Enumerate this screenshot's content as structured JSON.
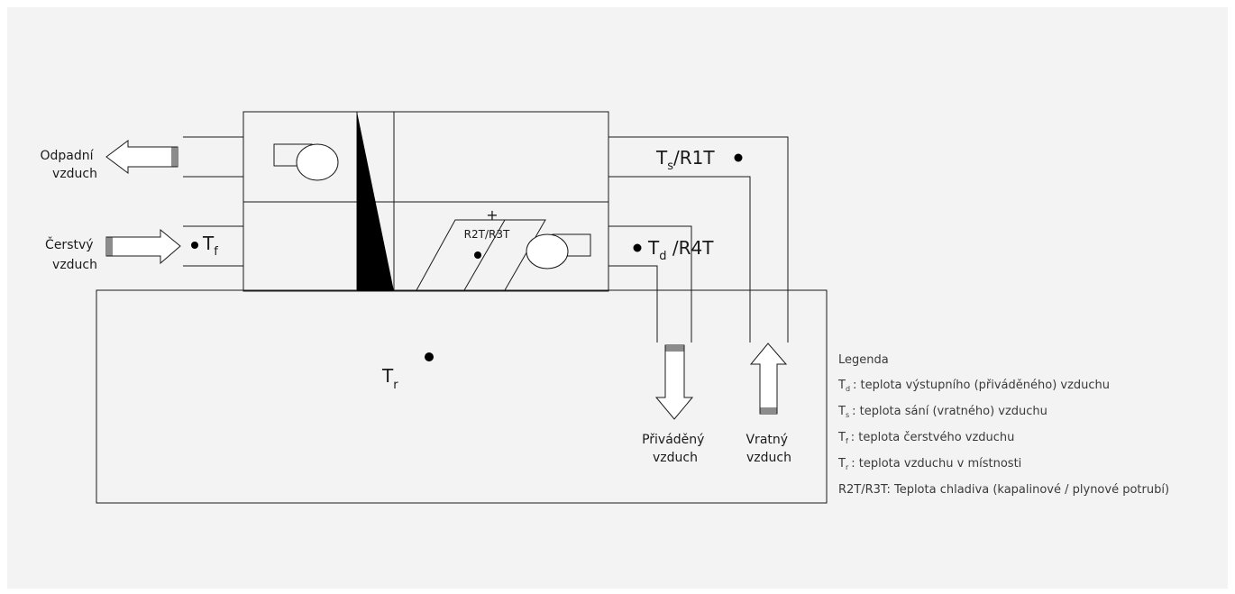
{
  "labels": {
    "exhaust_air": [
      "Odpadní",
      "vzduch"
    ],
    "fresh_air": [
      "Čerstvý",
      "vzduch"
    ],
    "supply_air": [
      "Přiváděný",
      "vzduch"
    ],
    "return_air": [
      "Vratný",
      "vzduch"
    ],
    "coil": [
      "+",
      "R2T/R3T"
    ]
  },
  "sensors": {
    "ts": {
      "main": "T",
      "sub": "s",
      "suffix": "/R1T"
    },
    "td": {
      "main": "T",
      "sub": "d",
      "suffix": " /R4T"
    },
    "tf": {
      "main": "T",
      "sub": "f"
    },
    "tr": {
      "main": "T",
      "sub": "r"
    }
  },
  "legend": {
    "title": "Legenda",
    "items": [
      {
        "sym": "T",
        "sub": "d",
        "text": ": teplota výstupního (přiváděného) vzduchu"
      },
      {
        "sym": "T",
        "sub": "s",
        "text": ": teplota sání (vratného) vzduchu"
      },
      {
        "sym": "T",
        "sub": "f",
        "text": ": teplota čerstvého vzduchu"
      },
      {
        "sym": "T",
        "sub": "r",
        "text": ": teplota vzduchu v místnosti"
      },
      {
        "sym": "R2T/R3T",
        "sub": "",
        "text": ": Teplota chladiva (kapalinové / plynové potrubí)"
      }
    ]
  }
}
